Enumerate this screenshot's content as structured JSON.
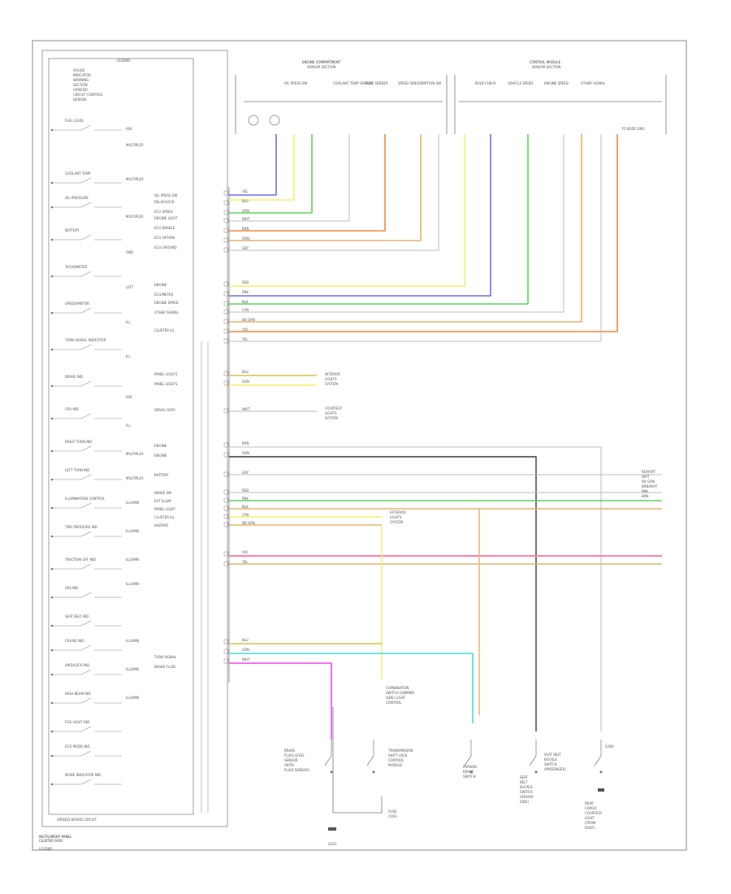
{
  "cluster": {
    "name_lines": [
      "INSTRUMENT PANEL",
      "CLUSTER ASSY"
    ],
    "legend": "LEGEND",
    "inner_caption": "SPEEDO BOARD CIRCUIT",
    "top_block": [
      "GAUGE",
      "INDICATOR",
      "WARNING",
      "SECTION",
      "(SPEEDO",
      "CIRCUIT CONTROL",
      "DESIGN)"
    ],
    "left_labels": [
      "FUEL LEVEL",
      "COOLANT TEMP",
      "OIL PRESSURE",
      "BATTERY",
      "TACHOMETER",
      "SPEEDOMETER",
      "TURN SIGNAL INDICATOR",
      "BRAKE IND",
      "CPU IND",
      "RIGHT TURN IND",
      "LEFT TURN IND",
      "ILLUMINATION CONTROL",
      "TIRE PRESSURE IND",
      "TRACTION OFF IND",
      "SRS IND",
      "SEAT BELT IND",
      "CRUISE IND",
      "4WD/LOCK IND",
      "HIGH BEAM IND",
      "FOG LIGHT IND",
      "ECO MODE IND",
      "MODE INDICATOR IND"
    ],
    "right_small": [
      "IGN",
      "MULTIPLEX",
      "MULTIPLEX",
      "MULTIPLEX",
      "GND",
      "LEFT",
      "ILL",
      "ILL",
      "IGN",
      "ILL",
      "MULTIPLEX",
      "MULTIPLEX",
      "ILLUMIN",
      "ILLUMIN",
      "ILLUMIN",
      "ILLUMIN",
      "ILLUMIN",
      "ILLUMIN",
      "ILLUMIN"
    ]
  },
  "top_sections": {
    "left_title": [
      "ENGINE COMPARTMENT",
      "SENSOR SECTION"
    ],
    "right_title": [
      "CONTROL MODULE",
      "SENSOR SECTION"
    ],
    "left_components": [
      "OIL PRESS SW",
      "COOLANT TEMP SENSOR",
      "FUEL SENDER",
      "SPEED SENSOR",
      "OPTION SW"
    ],
    "right_components": [
      "BULB CHECK",
      "VEHICLE SPEED",
      "ENGINE SPEED",
      "OTHER SIGNAL"
    ],
    "ground_note": "TO BODY GND"
  },
  "pin_labels_upper": [
    "OIL PRESS SW",
    "RELAY/LOCK",
    "ECU SPEED",
    "ENGINE LIGHT",
    "ECU ENABLE",
    "ECU OPTION",
    "ECU GROUND"
  ],
  "pin_labels_mid": [
    "ENGINE",
    "ECU/METER",
    "ENGINE SPEED",
    "OTHER SIGNAL",
    "CLUSTER ILL"
  ],
  "pin_labels_lower": [
    "PANEL LIGHTS",
    "PANEL LIGHTS",
    "SERIAL DATA",
    "ENGINE",
    "ENGINE",
    "BATTERY",
    "BRAKE SW",
    "EXT ILLUM",
    "PANEL LIGHT",
    "CLUSTER ILL",
    "HAZARD",
    "TURN SIGNAL",
    "BRAKE FLUID"
  ],
  "wire_colors": [
    "YEL",
    "BLU",
    "GRN",
    "WHT",
    "BRN",
    "ORN",
    "GRY",
    "RED",
    "PNK",
    "BLK",
    "CYN",
    "DK GRN",
    "VIO"
  ],
  "notes": {
    "interior_lights": [
      "INTERIOR",
      "LIGHTS",
      "SYSTEM"
    ],
    "dimmer": [
      "COURTESY",
      "LIGHTS",
      "SYSTEM"
    ],
    "exterior_lights": [
      "EXTERIOR",
      "LIGHTS",
      "SYSTEM"
    ],
    "combo_switch": [
      "COMBINATION",
      "SWITCH (DIMMER",
      "SIDE) LIGHT",
      "CONTROL"
    ],
    "parking_brake": [
      "PARKING",
      "BRAKE",
      "SWITCH"
    ],
    "brake_fluid": [
      "BRAKE",
      "FLUID LEVEL",
      "SENSOR",
      "(WITH",
      "FLUID SENSOR)"
    ],
    "seat_belt": [
      "SEAT",
      "BELT",
      "BUCKLE",
      "SWITCH",
      "(DRIVER",
      "SIDE)"
    ],
    "door_switch": [
      "SEAT BELT",
      "BUCKLE",
      "SWITCH",
      "(PASSENGER)"
    ],
    "rear_note": [
      "REAR",
      "CARGO",
      "COURTESY",
      "LIGHT",
      "(FROM",
      "ROOF)"
    ],
    "trans_switch": [
      "TRANSMISSION",
      "SHIFT LOCK",
      "CONTROL",
      "MODULE"
    ],
    "ground_label": "G201",
    "ground_right": "G300",
    "fuse_note": [
      "FUSE",
      "(10A)"
    ],
    "right_edge": [
      "REAR/RT",
      "WHT",
      "DK GRN",
      "BRN/WHT",
      "PNK",
      "BRN"
    ]
  },
  "colors": {
    "yellow": "#f6f06a",
    "blue": "#6e6ef2",
    "green": "#5fd45f",
    "orange": "#f28a3a",
    "pink": "#ff7fa8",
    "tan": "#e6b36b",
    "cyan": "#5fe0e6",
    "magenta": "#f05ef0",
    "grey": "#bdbdbd",
    "dark": "#3a3a3a",
    "olive": "#d8c24a"
  }
}
